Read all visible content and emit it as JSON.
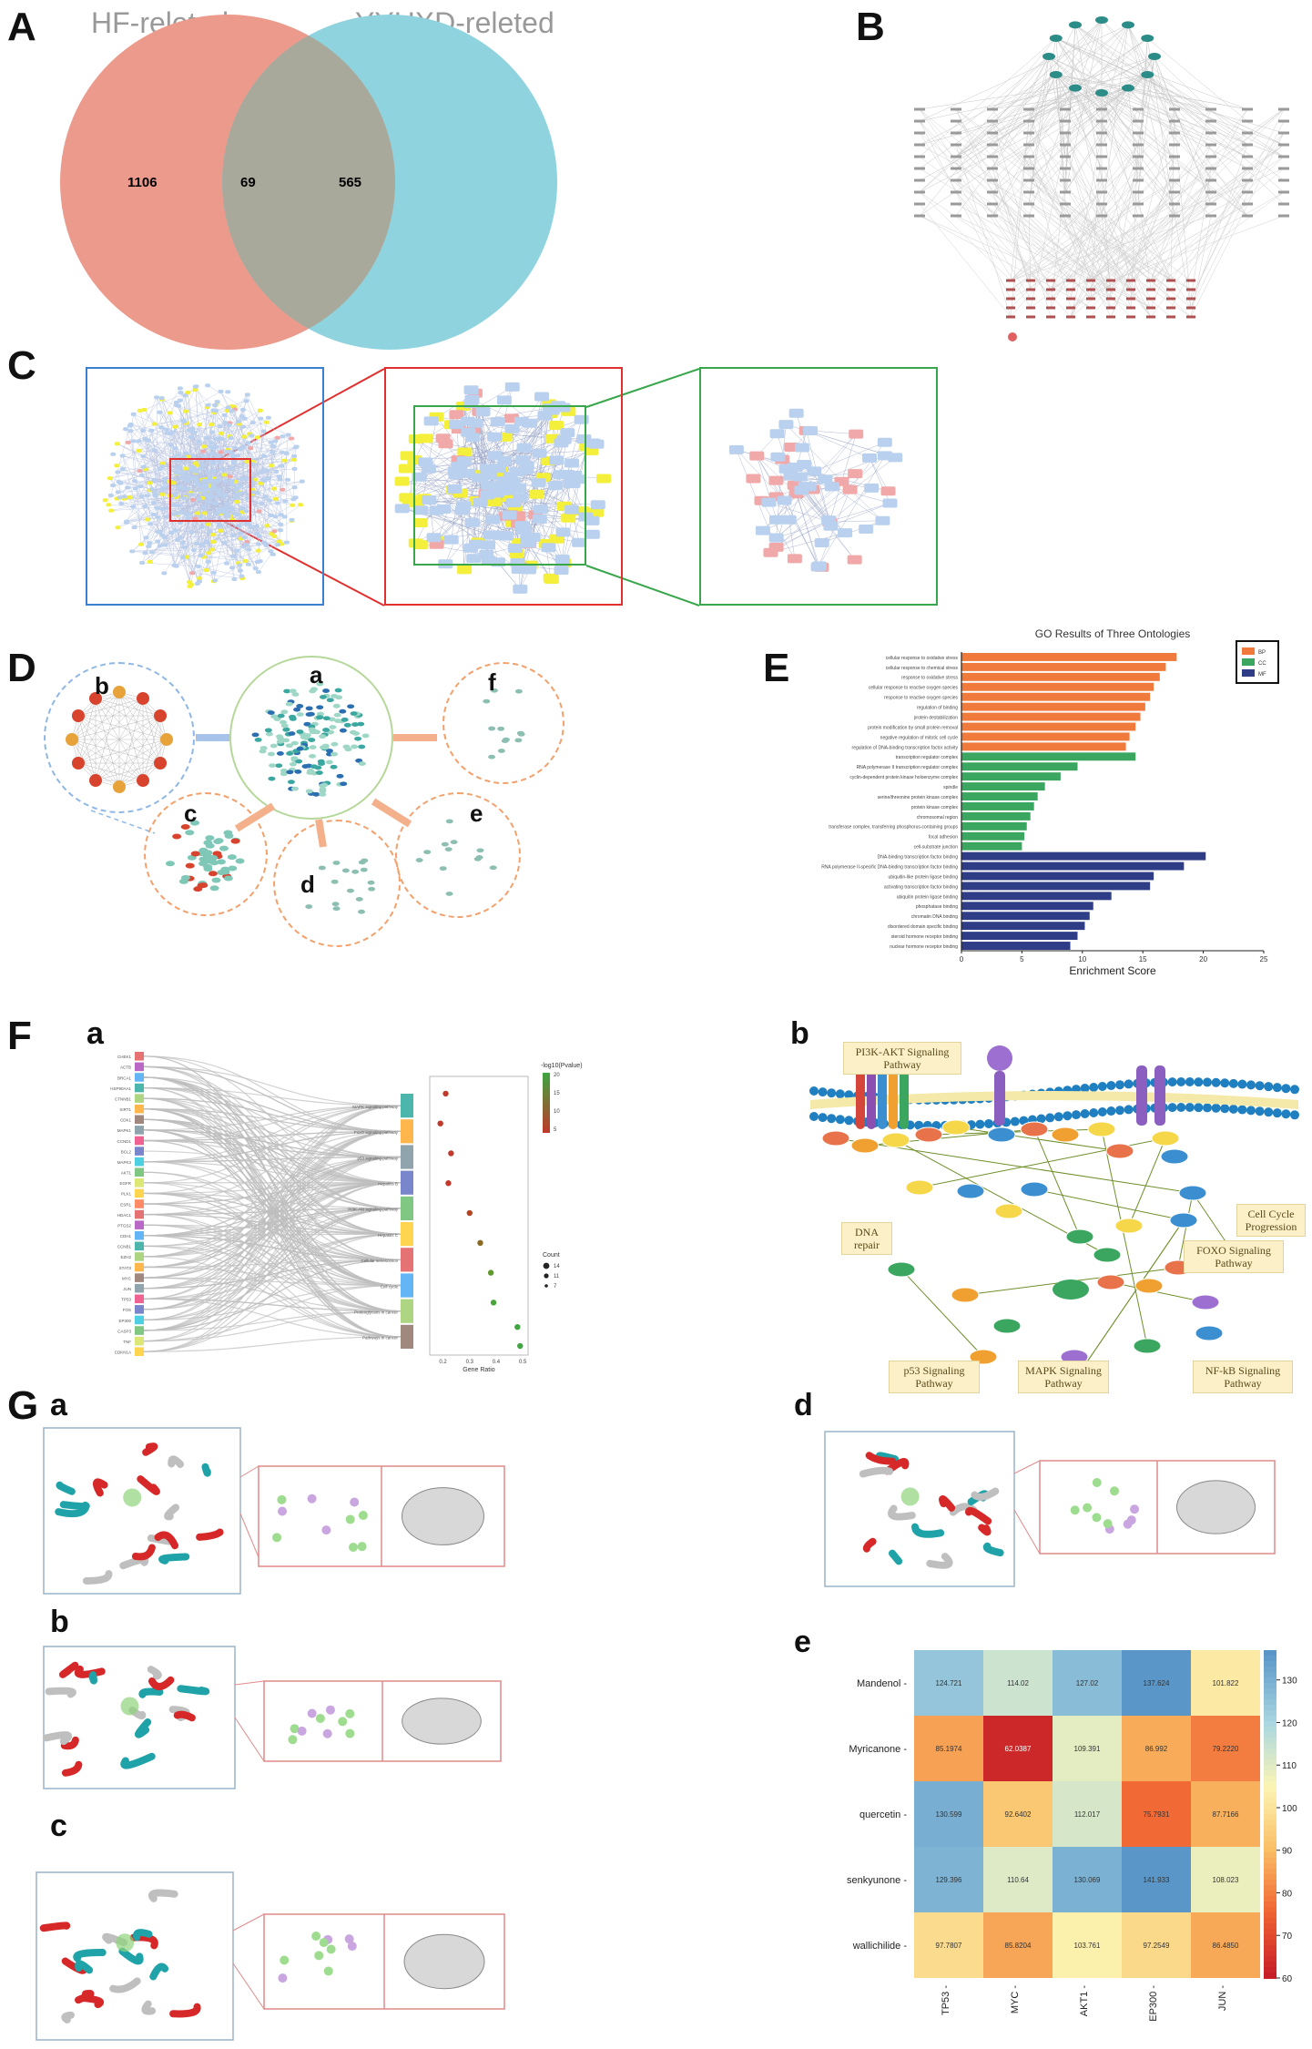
{
  "panels": {
    "A": "A",
    "B": "B",
    "C": "C",
    "D": "D",
    "E": "E",
    "F": "F",
    "G": "G"
  },
  "venn": {
    "left_title": "HF-releted",
    "right_title": "YYHXD-releted",
    "left_only": "1106",
    "overlap": "69",
    "right_only": "565",
    "colors": {
      "left": "#ec9a8c",
      "right": "#8fd3df",
      "overlap": "#a9a99b"
    }
  },
  "network_d": {
    "sub": {
      "a": "a",
      "b": "b",
      "c": "c",
      "d": "d",
      "e": "e",
      "f": "f"
    },
    "colors": {
      "teal": "#3aa7a0",
      "orange": "#f3a06b",
      "blue": "#8fb7e6"
    }
  },
  "go_chart": {
    "chart_data": {
      "type": "bar",
      "title": "GO Results of Three Ontologies",
      "xlabel": "Enrichment Score",
      "ylabel": "",
      "xlim": [
        0,
        25
      ],
      "xticks": [
        "0",
        "5",
        "10",
        "15",
        "20",
        "25"
      ],
      "legend": [
        "BP",
        "CC",
        "MF"
      ],
      "legend_position": "top-right",
      "colors": {
        "BP": "#f07a3c",
        "CC": "#3aa65f",
        "MF": "#2f3c86"
      },
      "series": [
        {
          "name": "BP",
          "categories": [
            "cellular response to oxidative stress",
            "cellular response to chemical stress",
            "response to oxidative stress",
            "cellular response to reactive oxygen species",
            "response to reactive oxygen species",
            "regulation of binding",
            "protein destabilization",
            "protein modification by small protein removal",
            "negative regulation of mitotic cell cycle",
            "regulation of DNA-binding transcription factor activity"
          ],
          "values": [
            17.8,
            16.9,
            16.4,
            15.9,
            15.6,
            15.2,
            14.8,
            14.4,
            13.9,
            13.6
          ]
        },
        {
          "name": "CC",
          "categories": [
            "transcription regulator complex",
            "RNA polymerase II transcription regulator complex",
            "cyclin-dependent protein kinase holoenzyme complex",
            "spindle",
            "serine/threonine protein kinase complex",
            "protein kinase complex",
            "chromosomal region",
            "transferase complex, transferring phosphorus-containing groups",
            "focal adhesion",
            "cell-substrate junction"
          ],
          "values": [
            14.4,
            9.6,
            8.2,
            6.9,
            6.3,
            6.0,
            5.7,
            5.4,
            5.2,
            5.0
          ]
        },
        {
          "name": "MF",
          "categories": [
            "DNA-binding transcription factor binding",
            "RNA polymerase II-specific DNA-binding transcription factor binding",
            "ubiquitin-like protein ligase binding",
            "activating transcription factor binding",
            "ubiquitin protein ligase binding",
            "phosphatase binding",
            "chromatin DNA binding",
            "disordered domain specific binding",
            "steroid hormone receptor binding",
            "nuclear hormone receptor binding"
          ],
          "values": [
            20.2,
            18.4,
            15.9,
            15.6,
            12.4,
            10.9,
            10.6,
            10.2,
            9.6,
            9.0
          ]
        }
      ]
    }
  },
  "sankey": {
    "sub_a": "a",
    "xlabel": "Gene Ratio",
    "legend_title": "-log10(Pvalue)",
    "legend_ticks": [
      "20",
      "15",
      "10",
      "5"
    ],
    "count_title": "Count",
    "count_ticks": [
      "14",
      "11",
      "7"
    ],
    "xticks": [
      "0.2",
      "0.3",
      "0.4",
      "0.5"
    ],
    "genes": [
      "CHEK1",
      "ACTB",
      "BRCA1",
      "HSP90AA1",
      "CTNNB1",
      "SIRT1",
      "CDK1",
      "MAPK1",
      "CCND1",
      "BCL2",
      "MAPK3",
      "AKT1",
      "EGFR",
      "PLK1",
      "ESR1",
      "HDAC1",
      "PTGS2",
      "CDH1",
      "CCNB1",
      "EZH2",
      "STAT3",
      "MYC",
      "JUN",
      "TP53",
      "FOS",
      "EP300",
      "CASP3",
      "TNF",
      "CDKN1A"
    ],
    "pathways": [
      "MAPK signaling pathway",
      "FoxO signaling pathway",
      "p53 signaling pathway",
      "Hepatitis B",
      "PI3K-Akt signaling pathway",
      "Hepatitis C",
      "Cellular senescence",
      "Cell cycle",
      "Proteoglycans in cancer",
      "Pathways in cancer"
    ],
    "dots": [
      {
        "x": 0.21,
        "y": 0.05,
        "c": "#c0392b"
      },
      {
        "x": 0.19,
        "y": 0.16,
        "c": "#c0392b"
      },
      {
        "x": 0.23,
        "y": 0.27,
        "c": "#c0392b"
      },
      {
        "x": 0.22,
        "y": 0.38,
        "c": "#c0392b"
      },
      {
        "x": 0.3,
        "y": 0.49,
        "c": "#b4441f"
      },
      {
        "x": 0.34,
        "y": 0.6,
        "c": "#8a6a20"
      },
      {
        "x": 0.38,
        "y": 0.71,
        "c": "#5f9a2c"
      },
      {
        "x": 0.39,
        "y": 0.82,
        "c": "#4aa43a"
      },
      {
        "x": 0.48,
        "y": 0.91,
        "c": "#3ea541"
      },
      {
        "x": 0.49,
        "y": 0.98,
        "c": "#3ea541"
      }
    ]
  },
  "pathway": {
    "sub_b": "b",
    "labels": {
      "pi3k": "PI3K-AKT Signaling Pathway",
      "dna": "DNA repair",
      "cell_cycle": "Cell Cycle Progression",
      "foxo": "FOXO Signaling Pathway",
      "p53": "p53 Signaling Pathway",
      "mapk": "MAPK Signaling Pathway",
      "nfkb": "NF-kB Signaling Pathway"
    }
  },
  "docking": {
    "a": "a",
    "b": "b",
    "c": "c",
    "d": "d",
    "e": "e"
  },
  "heatmap": {
    "chart_data": {
      "type": "heatmap",
      "rows": [
        "Mandenol",
        "Myricanone",
        "quercetin",
        "senkyunone",
        "wallichilide"
      ],
      "cols": [
        "TP53",
        "MYC",
        "AKT1",
        "EP300",
        "JUN"
      ],
      "values": [
        [
          124.721,
          114.02,
          127.02,
          137.624,
          101.822
        ],
        [
          85.1974,
          62.0387,
          109.391,
          86.992,
          79.222
        ],
        [
          130.599,
          92.6402,
          112.017,
          75.7931,
          87.7166
        ],
        [
          129.396,
          110.64,
          130.069,
          141.933,
          108.023
        ],
        [
          97.7807,
          85.8204,
          103.761,
          97.2549,
          86.485
        ]
      ],
      "labels": [
        [
          "124.721",
          "114.02",
          "127.02",
          "137.624",
          "101.822"
        ],
        [
          "85.1974",
          "62.0387",
          "109.391",
          "86.992",
          "79.2220"
        ],
        [
          "130.599",
          "92.6402",
          "112.017",
          "75.7931",
          "87.7166"
        ],
        [
          "129.396",
          "110.64",
          "130.069",
          "141.933",
          "108.023"
        ],
        [
          "97.7807",
          "85.8204",
          "103.761",
          "97.2549",
          "86.4850"
        ]
      ],
      "colorbar_ticks": [
        "130",
        "120",
        "110",
        "100",
        "90",
        "80",
        "70",
        "60"
      ],
      "vrange": [
        60,
        137
      ]
    }
  }
}
